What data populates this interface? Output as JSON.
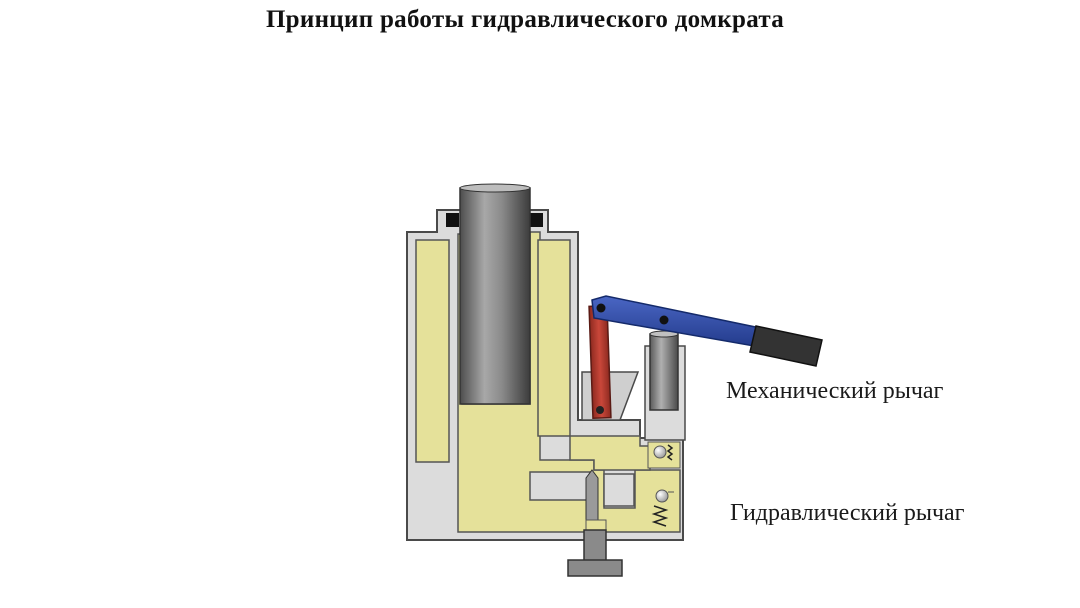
{
  "title": "Принцип работы гидравлического домкрата",
  "labels": {
    "mechanical_lever": "Механический рычаг",
    "hydraulic_lever": "Гидравлический рычаг"
  },
  "colors": {
    "body": "#dcdcdc",
    "body_stroke": "#4a4a4a",
    "oil": "#e5e19a",
    "piston": "#8a8a8a",
    "lever": "#2f4aa6",
    "link": "#b03a2e",
    "handle": "#333333",
    "seal": "#111111"
  }
}
